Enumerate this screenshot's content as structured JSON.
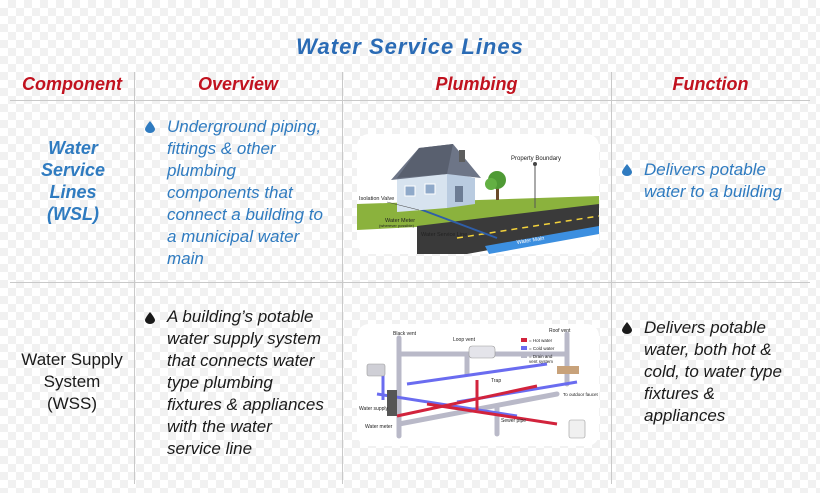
{
  "title": "Water Service Lines",
  "headers": [
    "Component",
    "Overview",
    "Plumbing",
    "Function"
  ],
  "rows": [
    {
      "component": [
        "Water",
        "Service",
        "Lines",
        "(WSL)"
      ],
      "overview": [
        "Underground piping,",
        "fittings & other",
        "plumbing",
        "components that",
        "connect a building to",
        "a municipal water",
        "main"
      ],
      "function": [
        "Delivers potable",
        "water to a building"
      ],
      "image_labels": {
        "property_boundary": "Property Boundary",
        "isolation_valve": "Isolation Valve",
        "water_meter": "Water Meter",
        "water_meter_sub": "(wherever possible)",
        "water_service_line": "Water Service Line",
        "water_main": "Water Main"
      }
    },
    {
      "component": [
        "Water Supply",
        "System",
        "(WSS)"
      ],
      "overview": [
        "A building’s potable",
        "water supply system",
        "that connects water",
        "type plumbing",
        "fixtures & appliances",
        "with the water",
        "service line"
      ],
      "function": [
        "Delivers potable",
        "water, both hot &",
        "cold, to water type",
        "fixtures &",
        "appliances"
      ],
      "image_labels": {
        "black_vent": "Black vent",
        "loop_vent": "Loop vent",
        "roof_vent": "Roof vent",
        "legend_hot": "= Hot water",
        "legend_cold": "= Cold water",
        "legend_drain": "= Drain and",
        "legend_drain2": "vent system",
        "trap": "Trap",
        "water_supply": "Water supply",
        "water_meter": "Water meter",
        "sewer_pipe": "Sewer pipe",
        "to_outdoor": "To outdoor faucet"
      }
    }
  ],
  "colors": {
    "title": "#2a6bb5",
    "header": "#c1121f",
    "blue_text": "#2f7bc0",
    "dark_text": "#1a1a1a",
    "hot_water": "#d2233c",
    "cold_water": "#6a6cf0",
    "drain": "#b9b9c8"
  }
}
